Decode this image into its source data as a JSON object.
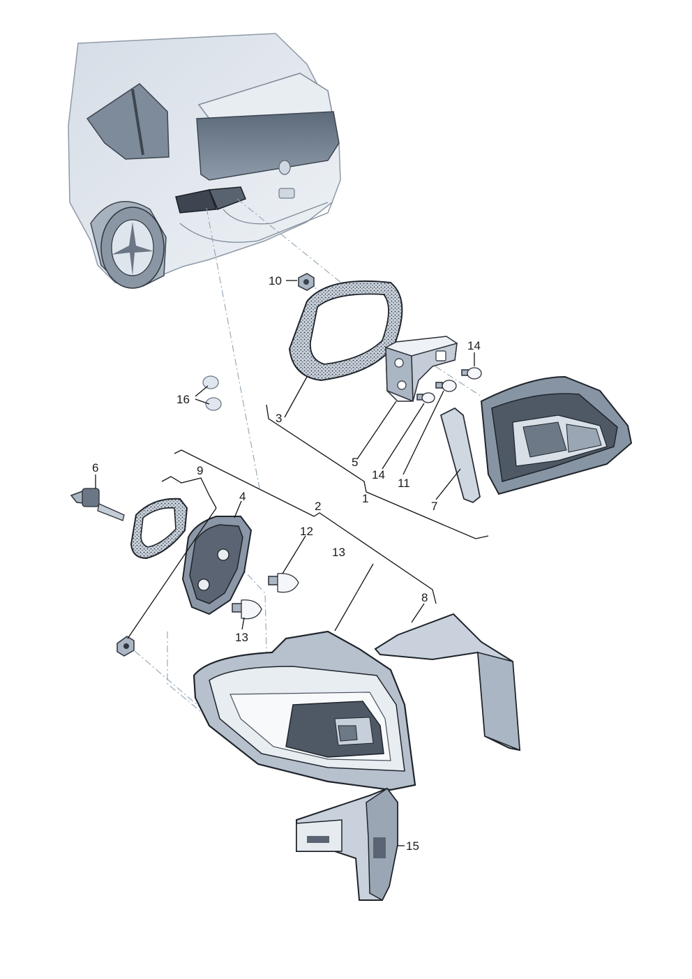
{
  "callouts": [
    {
      "id": "c1",
      "text": "1"
    },
    {
      "id": "c2",
      "text": "2"
    },
    {
      "id": "c3",
      "text": "3"
    },
    {
      "id": "c4",
      "text": "4"
    },
    {
      "id": "c5",
      "text": "5"
    },
    {
      "id": "c6",
      "text": "6"
    },
    {
      "id": "c7",
      "text": "7"
    },
    {
      "id": "c8",
      "text": "8"
    },
    {
      "id": "c9",
      "text": "9"
    },
    {
      "id": "c10",
      "text": "10"
    },
    {
      "id": "c11",
      "text": "11"
    },
    {
      "id": "c12",
      "text": "12"
    },
    {
      "id": "c13a",
      "text": "13"
    },
    {
      "id": "c13b",
      "text": "13"
    },
    {
      "id": "c14a",
      "text": "14"
    },
    {
      "id": "c14b",
      "text": "14"
    },
    {
      "id": "c15",
      "text": "15"
    },
    {
      "id": "c16",
      "text": "16"
    }
  ],
  "colors": {
    "part_fill": "#dde5ee",
    "dark_fill": "#4e5866",
    "outline": "#2b2f36",
    "centerline": "#8fa3b3"
  }
}
